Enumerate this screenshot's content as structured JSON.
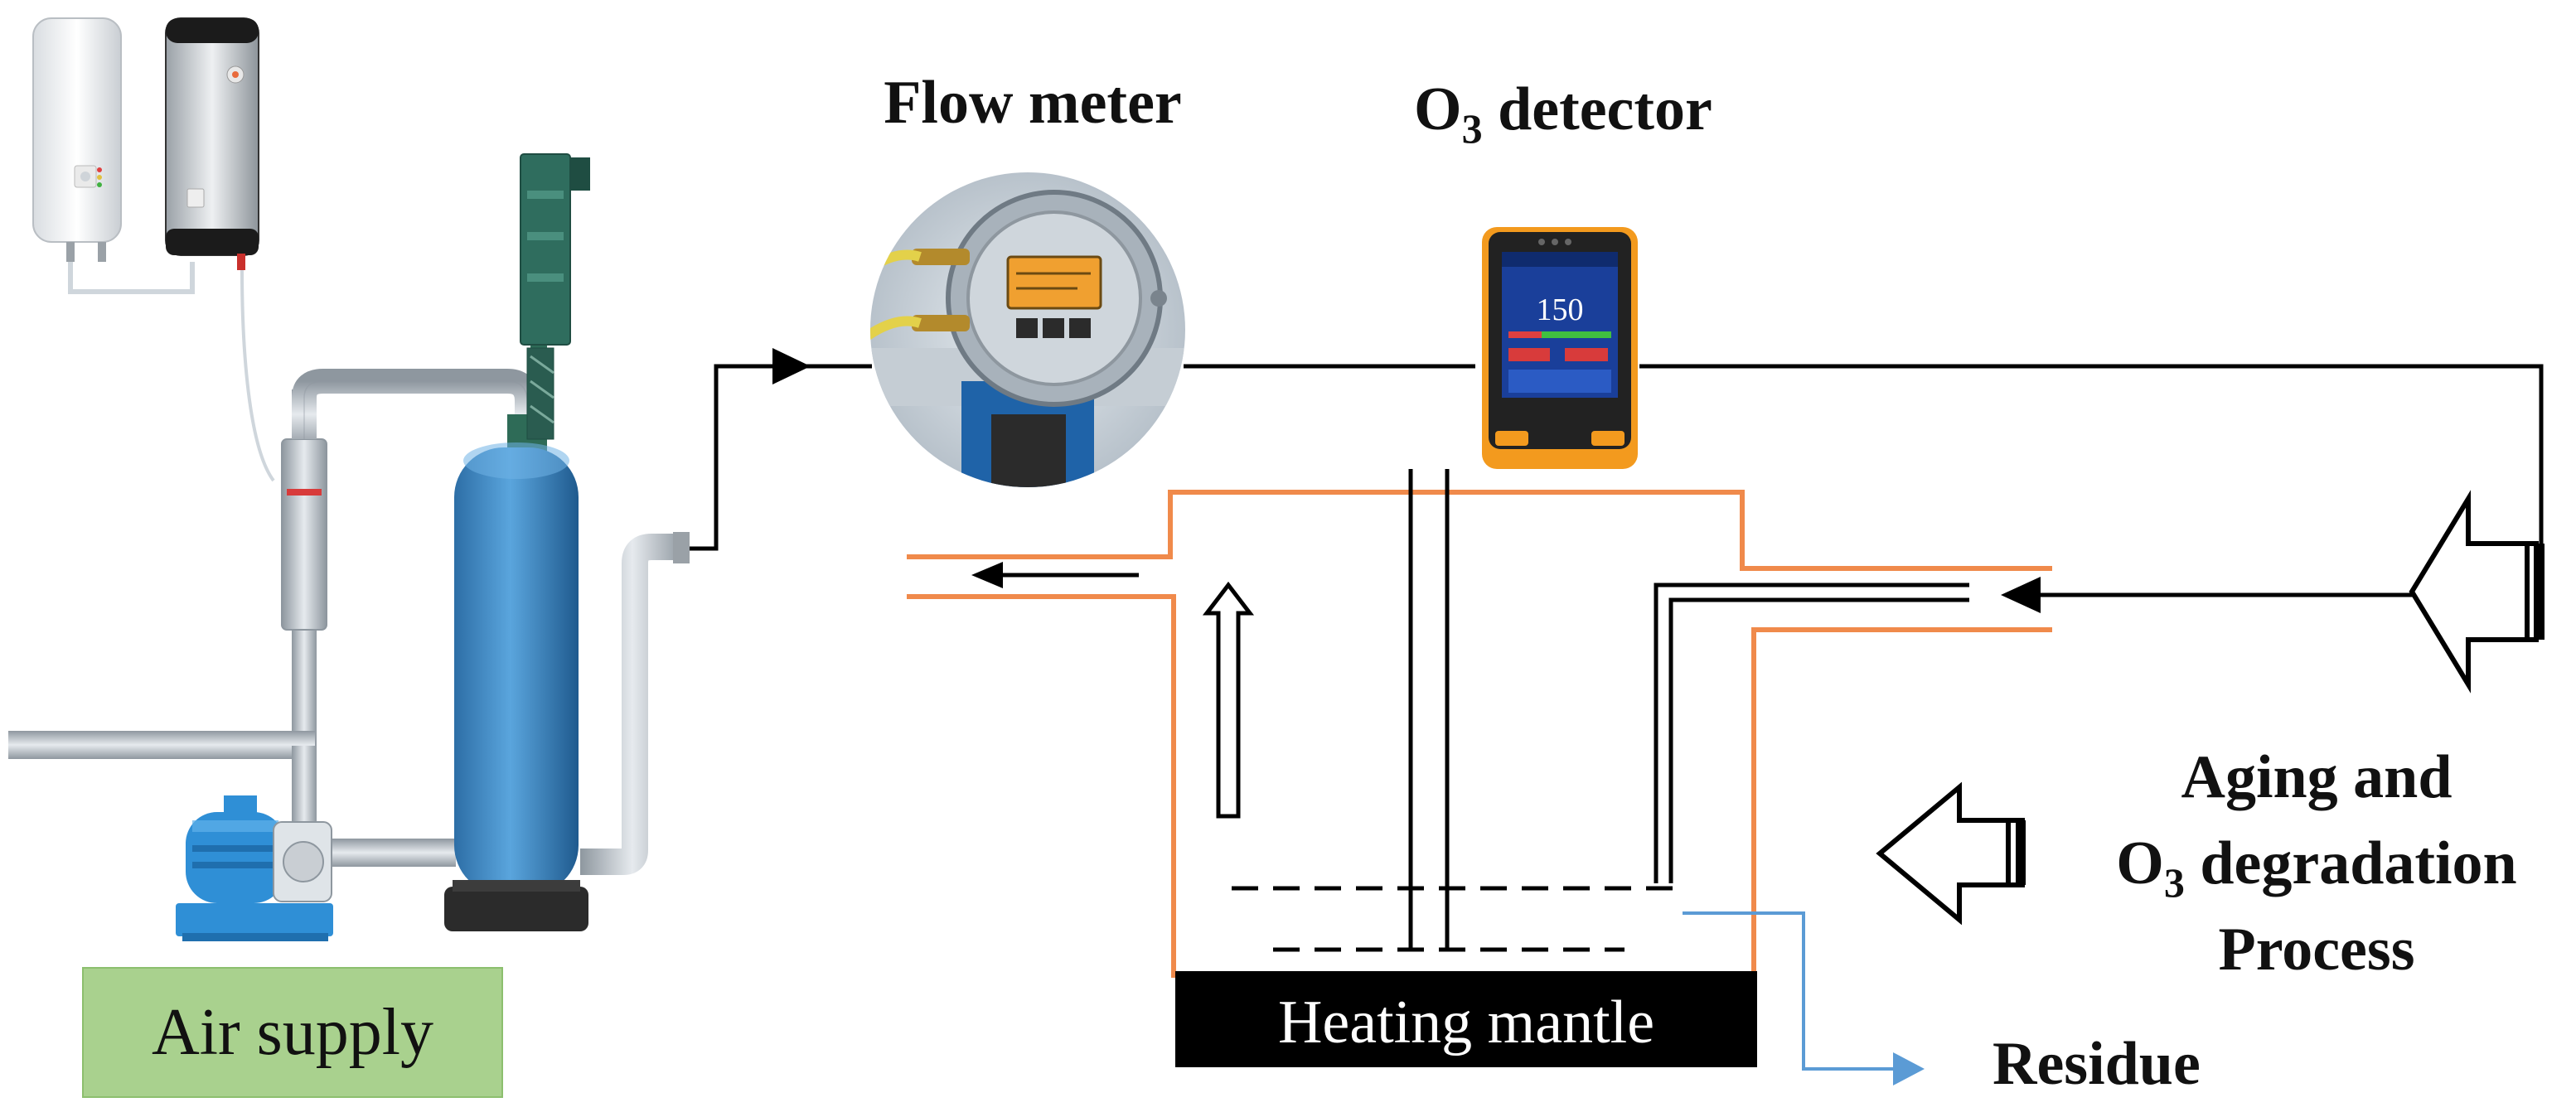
{
  "labels": {
    "flow_meter": "Flow meter",
    "o3_detector_prefix": "O",
    "o3_detector_sub": "3",
    "o3_detector_suffix": " detector",
    "aging_line1": "Aging and",
    "aging_line2_prefix": "O",
    "aging_line2_sub": "3",
    "aging_line2_suffix": " degradation",
    "aging_line3": "Process",
    "heating_mantle": "Heating mantle",
    "residue": "Residue",
    "air_supply": "Air supply",
    "detector_reading": "150"
  },
  "colors": {
    "reactor_outline": "#f08a4b",
    "residue_line": "#5b9bd5",
    "air_supply_bg": "#a9d18e",
    "air_supply_border": "#8cbf6e",
    "tank_blue": "#3f86c2",
    "pump_blue": "#2f8fd6",
    "pipe_gray": "#b4bcc4",
    "mantle_bg": "#000000",
    "mantle_text": "#ffffff",
    "detector_body": "#222222",
    "detector_orange": "#f39a1e",
    "flow_meter_display": "#f0a030"
  }
}
